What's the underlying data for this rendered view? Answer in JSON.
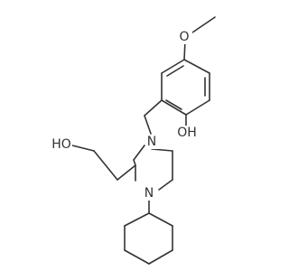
{
  "structure": {
    "bond_color": "#333333",
    "labels": {
      "methoxy_oxygen": "O",
      "phenol_oh": "OH",
      "piperazine_n_top": "N",
      "piperazine_n_bottom": "N",
      "hydroxyethyl_oh": "HO"
    }
  }
}
